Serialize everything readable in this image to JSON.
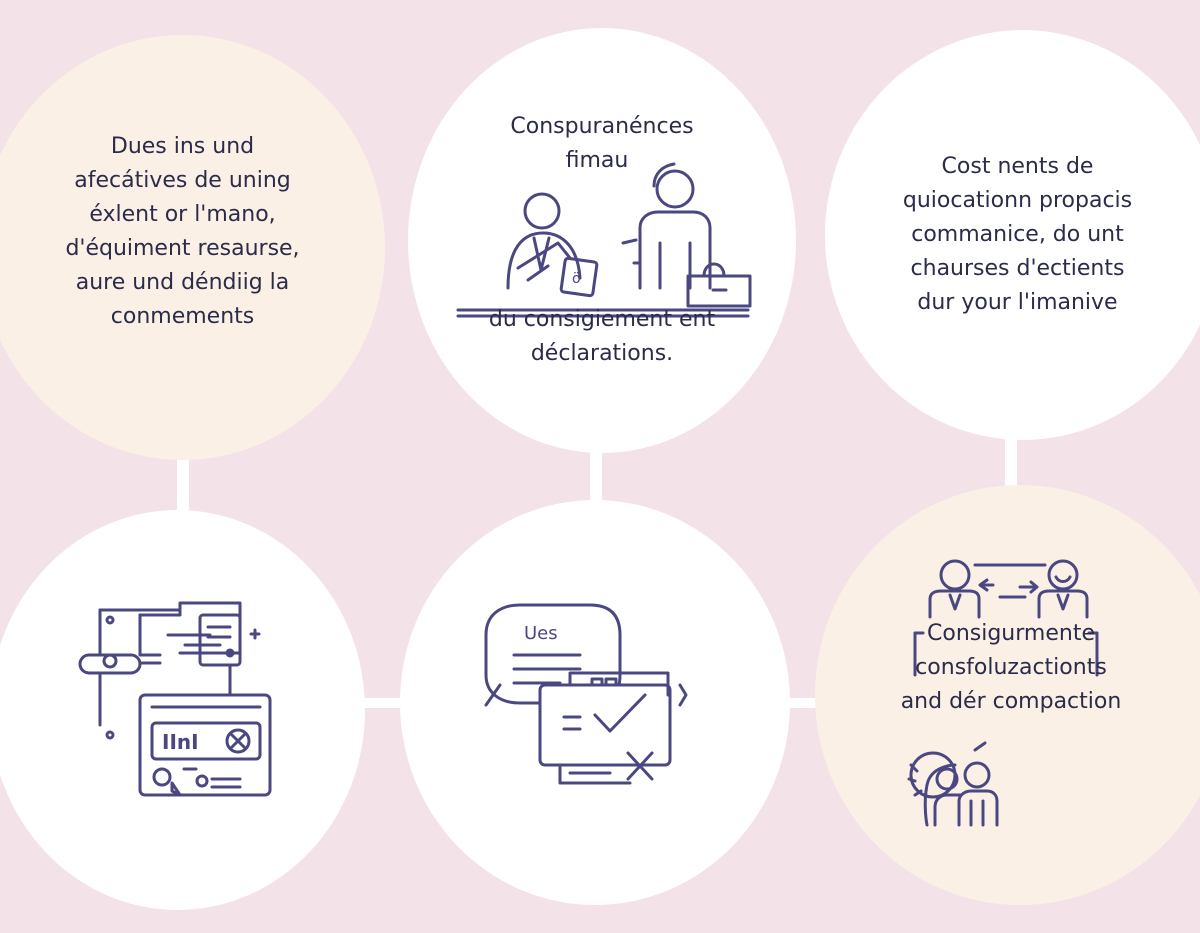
{
  "colors": {
    "background": "#f3e3e8",
    "node_white": "#ffffff",
    "node_cream": "#fbf0e6",
    "text": "#2b2b4a",
    "icon_stroke": "#4a4781"
  },
  "nodes": [
    {
      "id": "top-left",
      "fill": "cream",
      "icon": "none",
      "lines": [
        "Dues ins und",
        "afecátives de uning",
        "éxlent or l'mano,",
        "d'équiment resaurse,",
        "aure und déndiig la",
        "conmements"
      ]
    },
    {
      "id": "top-middle",
      "fill": "white",
      "icon": "office-desk-people-icon",
      "top_lines": [
        "Conspuranénces",
        "fimau"
      ],
      "bottom_lines": [
        "du consigiement ent",
        "déclarations."
      ]
    },
    {
      "id": "top-right",
      "fill": "white",
      "icon": "none",
      "lines": [
        "Cost nents de",
        "quiocationn propacis",
        "commanice, do unt",
        "chaurses d'ectients",
        "dur your l'imanive"
      ]
    },
    {
      "id": "bottom-left",
      "fill": "white",
      "icon": "workflow-documents-icon",
      "icon_label": "IInI"
    },
    {
      "id": "bottom-middle",
      "fill": "white",
      "icon": "chat-checklist-icon",
      "icon_label": "Ues"
    },
    {
      "id": "bottom-right",
      "fill": "cream",
      "icon": "team-exchange-icon",
      "lines": [
        "Consigurmente",
        "consfoluzactionts",
        "and dér compaction"
      ]
    }
  ]
}
